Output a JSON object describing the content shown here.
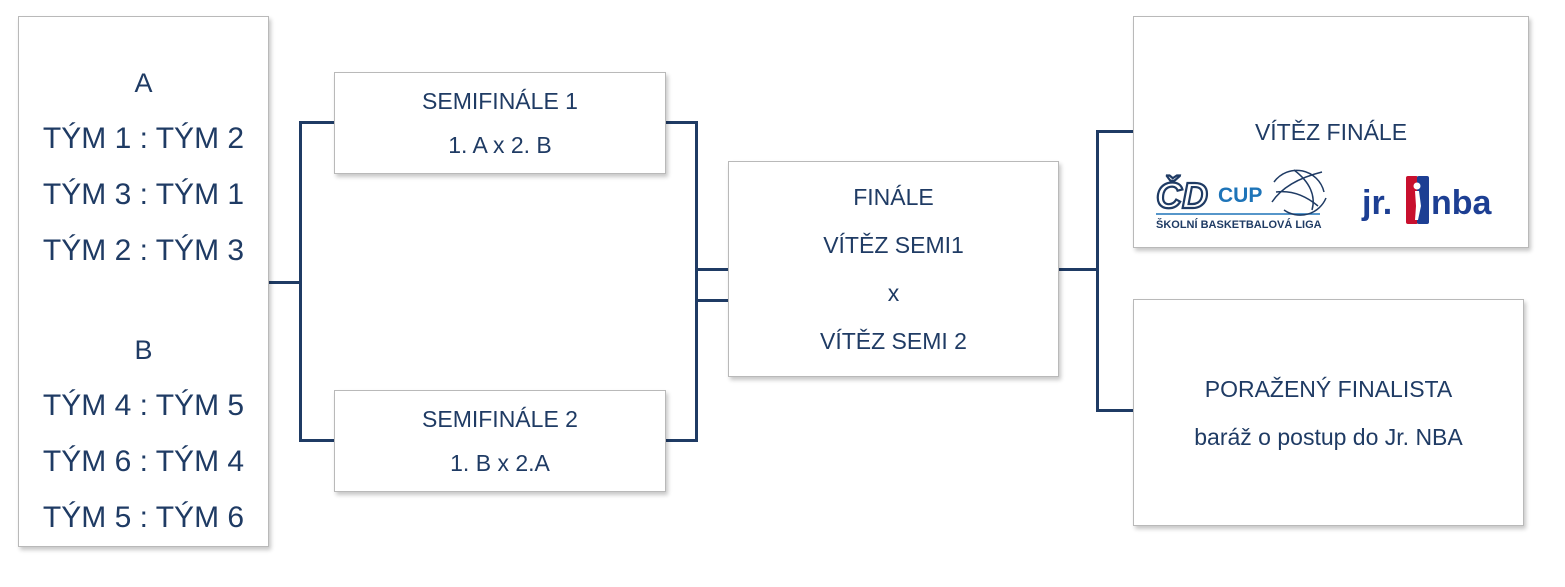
{
  "groups": {
    "a": {
      "name": "A",
      "matches": [
        "TÝM 1 : TÝM 2",
        "TÝM 3 : TÝM 1",
        "TÝM 2 : TÝM 3"
      ]
    },
    "b": {
      "name": "B",
      "matches": [
        "TÝM 4 : TÝM 5",
        "TÝM 6 : TÝM 4",
        "TÝM 5 : TÝM 6"
      ]
    }
  },
  "semifinals": [
    {
      "title": "SEMIFINÁLE 1",
      "pairing": "1. A x 2. B"
    },
    {
      "title": "SEMIFINÁLE 2",
      "pairing": "1. B x 2.A"
    }
  ],
  "final": {
    "title": "FINÁLE",
    "line1": "VÍTĚZ SEMI1",
    "versus": "x",
    "line2": "VÍTĚZ SEMI 2"
  },
  "winner": {
    "title": "VÍTĚZ FINÁLE",
    "logo_cd_cup": {
      "mark": "ČD",
      "word": "CUP",
      "subtitle": "ŠKOLNÍ BASKETBALOVÁ LIGA"
    },
    "logo_jr_nba": {
      "text_left": "jr.",
      "text_right": "nba"
    }
  },
  "loser": {
    "title": "PORAŽENÝ FINALISTA",
    "subtitle": "baráž o postup do Jr. NBA"
  },
  "colors": {
    "primary_text": "#1f3b64",
    "connector": "#1f3b64",
    "cd_blue": "#1e74b8",
    "nba_blue": "#1d3f93",
    "nba_red": "#c8102e"
  }
}
